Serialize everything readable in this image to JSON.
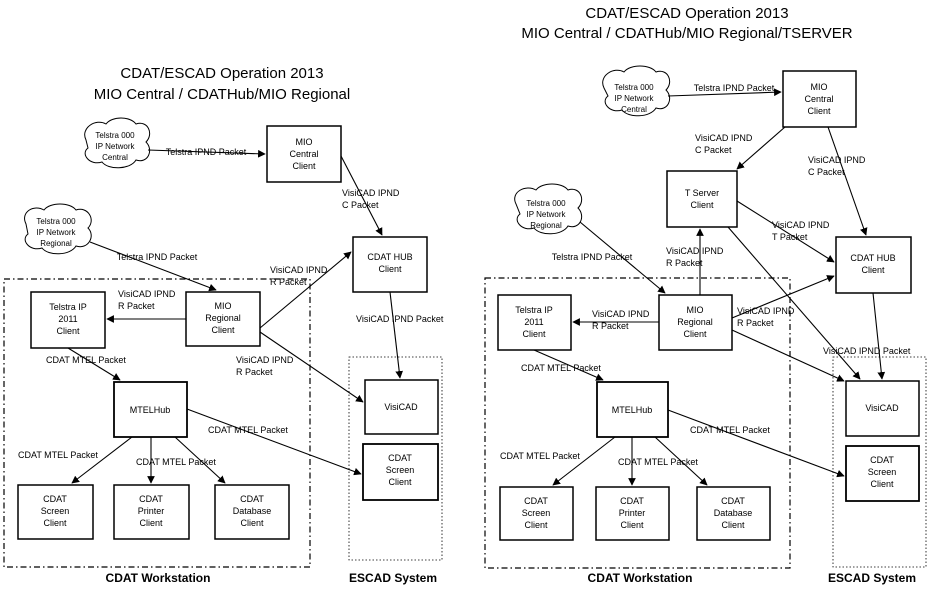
{
  "diagram_left": {
    "title_line1": "CDAT/ESCAD Operation 2013",
    "title_line2": "MIO Central / CDATHub/MIO Regional",
    "clouds": {
      "central": [
        "Telstra 000",
        "IP Network",
        "Central"
      ],
      "regional": [
        "Telstra 000",
        "IP Network",
        "Regional"
      ]
    },
    "boxes": {
      "mio_central": [
        "MIO",
        "Central",
        "Client"
      ],
      "cdat_hub": [
        "CDAT HUB",
        "Client"
      ],
      "telstra_ip": [
        "Telstra IP",
        "2011",
        "Client"
      ],
      "mio_regional": [
        "MIO",
        "Regional",
        "Client"
      ],
      "mtelhub": [
        "MTELHub"
      ],
      "visicad": [
        "VisiCAD"
      ],
      "cdat_screen_escad": [
        "CDAT",
        "Screen",
        "Client"
      ],
      "cdat_screen": [
        "CDAT",
        "Screen",
        "Client"
      ],
      "cdat_printer": [
        "CDAT",
        "Printer",
        "Client"
      ],
      "cdat_database": [
        "CDAT",
        "Database",
        "Client"
      ]
    },
    "labels": {
      "ipnd_central": "Telstra IPND Packet",
      "ipnd_regional": "Telstra IPND Packet",
      "visicad_c": [
        "VisiCAD IPND",
        "C  Packet"
      ],
      "visicad_r_hub": [
        "VisiCAD IPND",
        "R  Packet"
      ],
      "visicad_r_telstra": [
        "VisiCAD IPND",
        "R  Packet"
      ],
      "visicad_r_visicad": [
        "VisiCAD IPND",
        "R  Packet"
      ],
      "hub_to_visicad": "VisiCAD IPND Packet",
      "mtel_to_hub": "CDAT MTEL Packet",
      "mtel_screen": "CDAT MTEL Packet",
      "mtel_printer": "CDAT MTEL Packet",
      "mtel_escad": "CDAT MTEL Packet"
    },
    "footer": {
      "workstation": "CDAT Workstation",
      "escad": "ESCAD System"
    }
  },
  "diagram_right": {
    "title_line1": "CDAT/ESCAD Operation 2013",
    "title_line2": "MIO Central / CDATHub/MIO Regional/TSERVER",
    "clouds": {
      "central": [
        "Telstra 000",
        "IP Network",
        "Central"
      ],
      "regional": [
        "Telstra 000",
        "IP Network",
        "Regional"
      ]
    },
    "boxes": {
      "mio_central": [
        "MIO",
        "Central",
        "Client"
      ],
      "t_server": [
        "T Server",
        "Client"
      ],
      "cdat_hub": [
        "CDAT HUB",
        "Client"
      ],
      "telstra_ip": [
        "Telstra IP",
        "2011",
        "Client"
      ],
      "mio_regional": [
        "MIO",
        "Regional",
        "Client"
      ],
      "mtelhub": [
        "MTELHub"
      ],
      "visicad": [
        "VisiCAD"
      ],
      "cdat_screen_escad": [
        "CDAT",
        "Screen",
        "Client"
      ],
      "cdat_screen": [
        "CDAT",
        "Screen",
        "Client"
      ],
      "cdat_printer": [
        "CDAT",
        "Printer",
        "Client"
      ],
      "cdat_database": [
        "CDAT",
        "Database",
        "Client"
      ]
    },
    "labels": {
      "ipnd_central": "Telstra IPND Packet",
      "ipnd_regional": "Telstra IPND Packet",
      "visicad_c_tserver": [
        "VisiCAD IPND",
        "C  Packet"
      ],
      "visicad_c_hub": [
        "VisiCAD IPND",
        "C  Packet"
      ],
      "visicad_t": [
        "VisiCAD IPND",
        "T Packet"
      ],
      "visicad_r_tserver": [
        "VisiCAD IPND",
        "R  Packet"
      ],
      "visicad_r_telstra": [
        "VisiCAD IPND",
        "R  Packet"
      ],
      "visicad_r_hub": [
        "VisiCAD IPND",
        "R  Packet"
      ],
      "hub_to_visicad": "VisiCAD IPND Packet",
      "mtel_to_hub": "CDAT MTEL Packet",
      "mtel_screen": "CDAT MTEL Packet",
      "mtel_printer": "CDAT MTEL Packet",
      "mtel_escad": "CDAT MTEL Packet"
    },
    "footer": {
      "workstation": "CDAT Workstation",
      "escad": "ESCAD System"
    }
  }
}
